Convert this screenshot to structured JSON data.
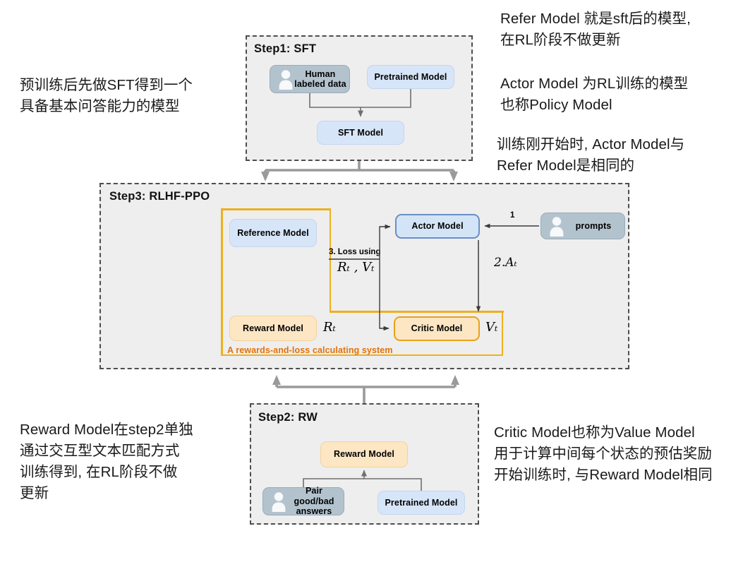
{
  "diagram": {
    "title": "RLHF-PPO training pipeline",
    "colors": {
      "panel_fill": "#eeeeee",
      "panel_border": "#4d4d4d",
      "blue_fill": "#d7e5f8",
      "blue_border": "#6b8ec6",
      "orange_fill": "#fde6c4",
      "orange_border": "#e8a317",
      "group_outline": "#eeb01e",
      "group_caption": "#e2720c",
      "person_fill": "#b3c3ce",
      "connector_gray": "#9a9a9a",
      "connector_dark": "#3a3a3a"
    }
  },
  "steps": {
    "step1": {
      "title": "Step1: SFT",
      "nodes": {
        "human_data": "Human\nlabeled data",
        "pretrained": "Pretrained Model",
        "sft": "SFT Model"
      }
    },
    "step3": {
      "title": "Step3: RLHF-PPO",
      "group_caption": "A rewards-and-loss calculating system",
      "nodes": {
        "reference": "Reference Model",
        "reward": "Reward Model",
        "actor": "Actor Model",
        "critic": "Critic Model",
        "prompts": "prompts"
      },
      "labels": {
        "loss_using": "3. Loss using",
        "loss_math": "Rₜ , Vₜ",
        "step1_num": "1",
        "advantage": "2.Aₜ",
        "reward_math": "Rₜ",
        "value_math": "Vₜ"
      }
    },
    "step2": {
      "title": "Step2: RW",
      "nodes": {
        "reward": "Reward Model",
        "pair_answers": "Pair good/bad\nanswers",
        "pretrained": "Pretrained Model"
      }
    }
  },
  "notes": {
    "top_left": "预训练后先做SFT得到一个\n具备基本问答能力的模型",
    "top_right_1": "Refer Model 就是sft后的模型,\n在RL阶段不做更新",
    "top_right_2": "Actor Model 为RL训练的模型\n也称Policy Model",
    "top_right_3": "训练刚开始时, Actor Model与\nRefer Model是相同的",
    "bottom_left": "Reward Model在step2单独\n通过交互型文本匹配方式\n训练得到, 在RL阶段不做\n更新",
    "bottom_right": "Critic Model也称为Value Model\n用于计算中间每个状态的预估奖励\n开始训练时, 与Reward Model相同"
  },
  "icons": {
    "person": "person-icon"
  }
}
